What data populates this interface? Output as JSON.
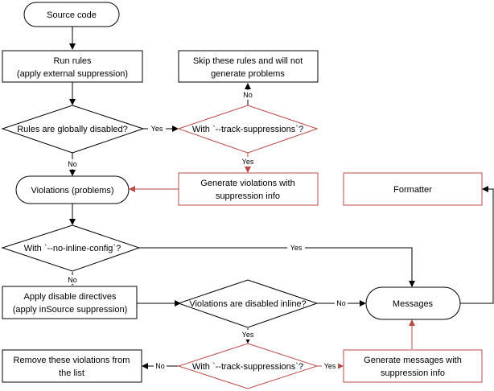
{
  "colors": {
    "black": "#000000",
    "red": "#b94a45",
    "fill": "#ffffff"
  },
  "nodes": {
    "source_code": "Source code",
    "run_rules": [
      "Run rules",
      "(apply external suppression)"
    ],
    "skip_rules": [
      "Skip these rules and will not",
      "generate problems"
    ],
    "globally_disabled": "Rules are globally disabled?",
    "track_suppressions_top": "With `--track-suppressions`?",
    "violations": "Violations (problems)",
    "generate_violations": [
      "Generate violations with",
      "suppression info"
    ],
    "formatter": "Formatter",
    "no_inline_config": "With `--no-inline-config`?",
    "apply_disable": [
      "Apply disable directives",
      "(apply inSource suppression)"
    ],
    "disabled_inline": "Violations are disabled inline?",
    "messages": "Messages",
    "remove_violations": [
      "Remove these violations from",
      "the list"
    ],
    "track_suppressions_bottom": "With `--track-suppressions`?",
    "generate_messages": [
      "Generate messages with",
      "suppression info"
    ]
  },
  "edge_labels": {
    "yes_global": "Yes",
    "no_skip": "No",
    "yes_track_top": "Yes",
    "no_global": "No",
    "yes_no_inline": "Yes",
    "no_no_inline": "No",
    "no_disabled_inline": "No",
    "yes_disabled_inline": "Yes",
    "no_track_bottom": "No",
    "yes_track_bottom": "Yes"
  }
}
